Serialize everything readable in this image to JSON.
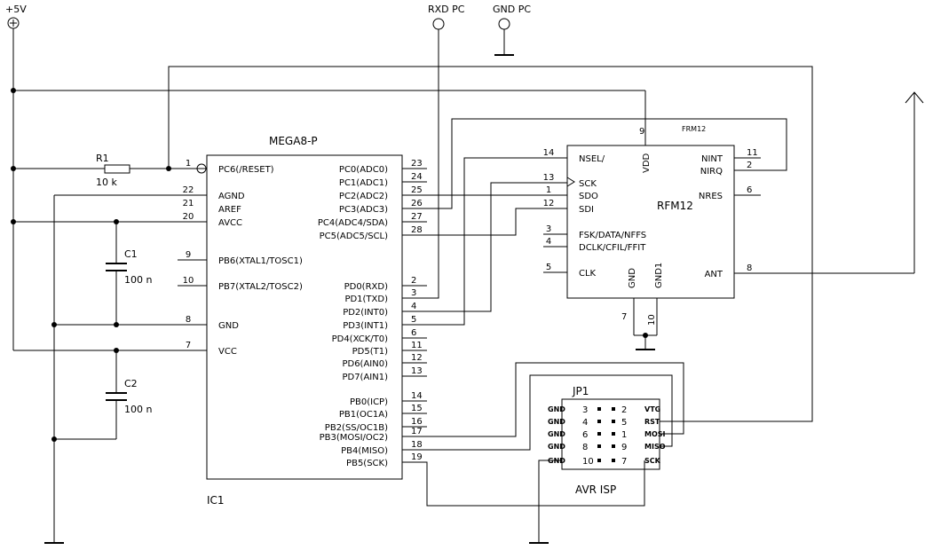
{
  "power": {
    "vcc": "+5V",
    "rxd": "RXD PC",
    "gnd": "GND PC"
  },
  "resistor": {
    "name": "R1",
    "value": "10 k"
  },
  "caps": [
    {
      "name": "C1",
      "value": "100 n"
    },
    {
      "name": "C2",
      "value": "100 n"
    }
  ],
  "mcu": {
    "title": "MEGA8-P",
    "ref": "IC1",
    "left_pins": [
      {
        "num": "1",
        "name": "PC6(/RESET)"
      },
      {
        "num": "22",
        "name": "AGND"
      },
      {
        "num": "21",
        "name": "AREF"
      },
      {
        "num": "20",
        "name": "AVCC"
      },
      {
        "num": "9",
        "name": "PB6(XTAL1/TOSC1)"
      },
      {
        "num": "10",
        "name": "PB7(XTAL2/TOSC2)"
      },
      {
        "num": "8",
        "name": "GND"
      },
      {
        "num": "7",
        "name": "VCC"
      }
    ],
    "right_pins": [
      {
        "num": "23",
        "name": "PC0(ADC0)"
      },
      {
        "num": "24",
        "name": "PC1(ADC1)"
      },
      {
        "num": "25",
        "name": "PC2(ADC2)"
      },
      {
        "num": "26",
        "name": "PC3(ADC3)"
      },
      {
        "num": "27",
        "name": "PC4(ADC4/SDA)"
      },
      {
        "num": "28",
        "name": "PC5(ADC5/SCL)"
      },
      {
        "num": "2",
        "name": "PD0(RXD)"
      },
      {
        "num": "3",
        "name": "PD1(TXD)"
      },
      {
        "num": "4",
        "name": "PD2(INT0)"
      },
      {
        "num": "5",
        "name": "PD3(INT1)"
      },
      {
        "num": "6",
        "name": "PD4(XCK/T0)"
      },
      {
        "num": "11",
        "name": "PD5(T1)"
      },
      {
        "num": "12",
        "name": "PD6(AIN0)"
      },
      {
        "num": "13",
        "name": "PD7(AIN1)"
      },
      {
        "num": "14",
        "name": "PB0(ICP)"
      },
      {
        "num": "15",
        "name": "PB1(OC1A)"
      },
      {
        "num": "16",
        "name": "PB2(SS/OC1B)"
      },
      {
        "num": "17",
        "name": "PB3(MOSI/OC2)"
      },
      {
        "num": "18",
        "name": "PB4(MISO)"
      },
      {
        "num": "19",
        "name": "PB5(SCK)"
      }
    ]
  },
  "rfm": {
    "title": "FRM12",
    "name": "RFM12",
    "left_pins": [
      {
        "num": "14",
        "name": "NSEL/"
      },
      {
        "num": "13",
        "name": "SCK"
      },
      {
        "num": "1",
        "name": "SDO"
      },
      {
        "num": "12",
        "name": "SDI"
      },
      {
        "num": "3",
        "name": "FSK/DATA/NFFS"
      },
      {
        "num": "4",
        "name": "DCLK/CFIL/FFIT"
      },
      {
        "num": "5",
        "name": "CLK"
      }
    ],
    "right_pins": [
      {
        "num": "11",
        "name": "NINT"
      },
      {
        "num": "2",
        "name": "NIRQ"
      },
      {
        "num": "6",
        "name": "NRES"
      },
      {
        "num": "8",
        "name": "ANT"
      }
    ],
    "top_pin": {
      "num": "9",
      "name": "VDD"
    },
    "bottom_pins": [
      {
        "num": "7",
        "name": "GND"
      },
      {
        "num": "10",
        "name": "GND1"
      }
    ]
  },
  "isp": {
    "ref": "JP1",
    "name": "AVR ISP",
    "rows": [
      {
        "left_label": "GND",
        "left_num": "3",
        "right_num": "2",
        "right_label": "VTG"
      },
      {
        "left_label": "GND",
        "left_num": "4",
        "right_num": "5",
        "right_label": "RST"
      },
      {
        "left_label": "GND",
        "left_num": "6",
        "right_num": "1",
        "right_label": "MOSI"
      },
      {
        "left_label": "GND",
        "left_num": "8",
        "right_num": "9",
        "right_label": "MISO"
      },
      {
        "left_label": "GND",
        "left_num": "10",
        "right_num": "7",
        "right_label": "SCK"
      }
    ]
  }
}
